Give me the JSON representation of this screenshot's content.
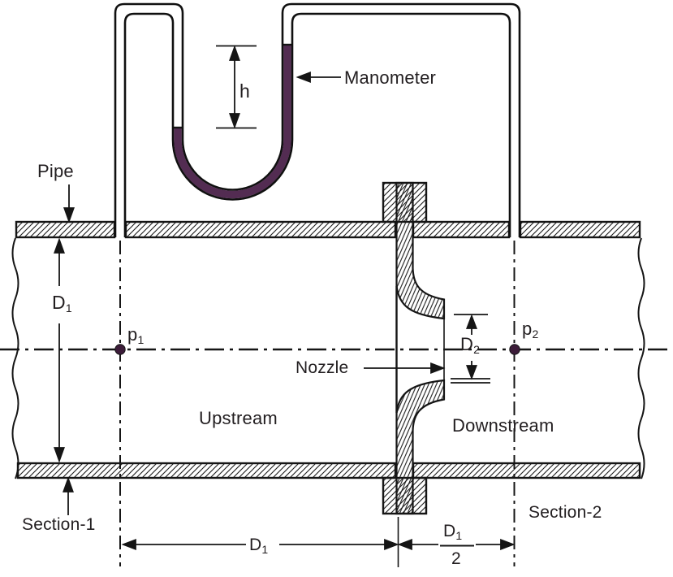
{
  "diagram": {
    "title_hint": "Flow nozzle in a pipe with U-tube manometer",
    "labels": {
      "pipe": "Pipe",
      "manometer": "Manometer",
      "h": "h",
      "upstream": "Upstream",
      "downstream": "Downstream",
      "section1": "Section-1",
      "section2": "Section-2",
      "nozzle": "Nozzle",
      "d1_left": {
        "base": "D",
        "sub": "1"
      },
      "d1_bottom": {
        "base": "D",
        "sub": "1"
      },
      "d1_over_2": {
        "num_base": "D",
        "num_sub": "1",
        "den": "2"
      },
      "d2": {
        "base": "D",
        "sub": "2"
      },
      "p1": {
        "base": "p",
        "sub": "1"
      },
      "p2": {
        "base": "p",
        "sub": "2"
      }
    },
    "colors": {
      "line": "#151515",
      "manometer_fluid": "#532c52",
      "pressure_dot": "#3c1c39",
      "background": "#ffffff"
    }
  }
}
